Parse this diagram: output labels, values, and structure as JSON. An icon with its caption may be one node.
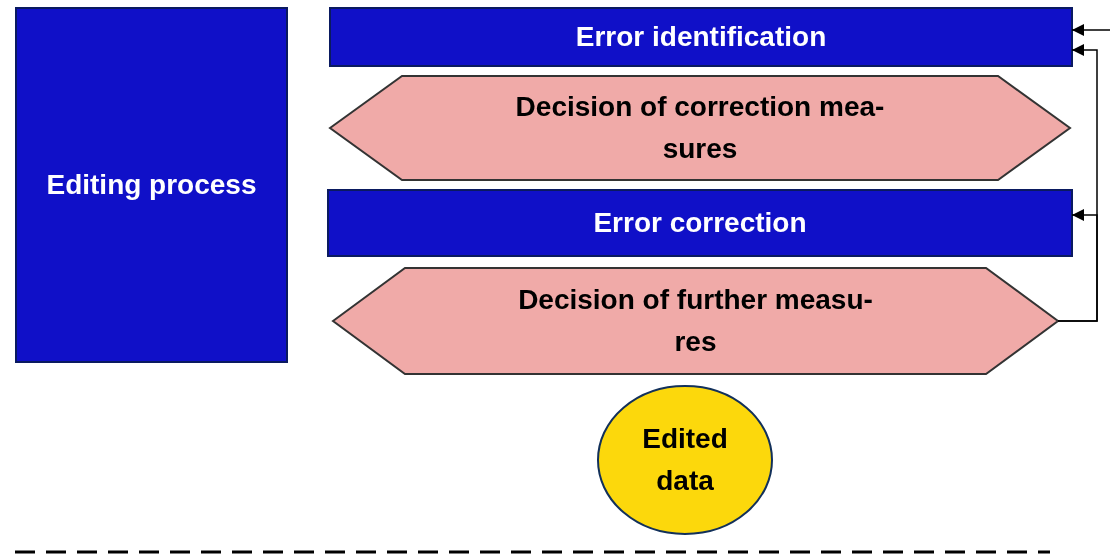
{
  "diagram": {
    "nodes": [
      {
        "text": [
          "Editing process"
        ]
      },
      {
        "text": [
          "Error identification"
        ]
      },
      {
        "text": [
          "Decision of correction mea- sures"
        ]
      },
      {
        "text": [
          "Error correction"
        ]
      },
      {
        "text": [
          "Decision of further measu- res"
        ]
      },
      {
        "text": [
          "Edited data"
        ]
      }
    ],
    "edges": [
      {
        "from": null,
        "to": 1,
        "arrow": "to"
      },
      {
        "from": 4,
        "to": 1,
        "arrow": "to"
      },
      {
        "from": 4,
        "to": 3,
        "arrow": "to"
      }
    ]
  }
}
